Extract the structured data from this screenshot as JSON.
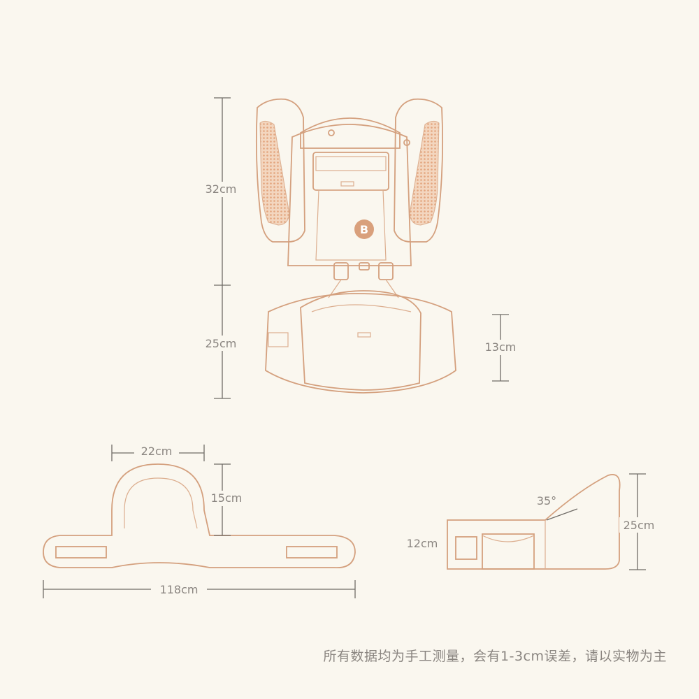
{
  "dimensions": {
    "front_height_upper": "32cm",
    "front_height_lower": "25cm",
    "seat_height": "13cm",
    "belt_arch_width": "22cm",
    "belt_arch_height": "15cm",
    "belt_length": "118cm",
    "side_seat_depth": "12cm",
    "side_seat_height": "25cm",
    "seat_angle": "35°"
  },
  "logo_letter": "B",
  "footnote": "所有数据均为手工测量，会有1-3cm误差，请以实物为主",
  "colors": {
    "background": "#faf7ef",
    "outline": "#d4a07e",
    "mesh": "#e8b48f",
    "dimension_line": "#6f6b66",
    "text": "#8a8580"
  }
}
